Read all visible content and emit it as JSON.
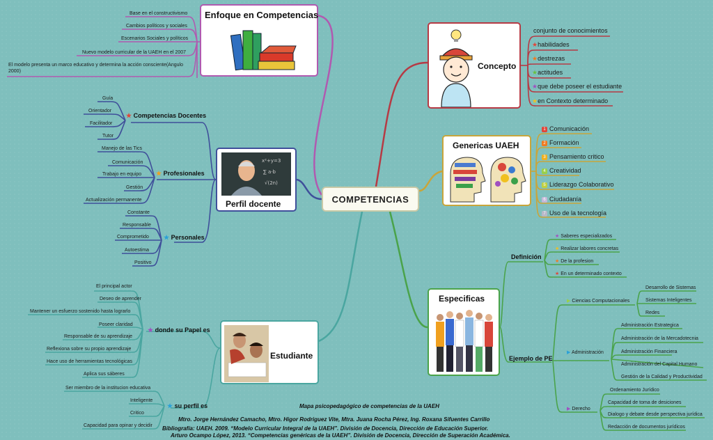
{
  "center": {
    "title": "COMPETENCIAS"
  },
  "enfoque": {
    "title": "Enfoque en Competencias",
    "items": [
      "Base en el constructivismo",
      "Cambios políticos y sociales",
      "Escenarios Sociales y políticos",
      "Nuevo modelo curricular de la UAEH en el 2007",
      "El modelo presenta un marco educativo y determina la acción consciente(Angulo 2000)"
    ]
  },
  "perfil": {
    "title": "Perfil docente",
    "groups": [
      {
        "label": "Competencias Docentes",
        "items": [
          "Guía",
          "Orientador",
          "Facilitador",
          "Tutor"
        ]
      },
      {
        "label": "Profesionales",
        "items": [
          "Manejo de las Tics",
          "Comunicación",
          "Trabajo en equipo",
          "Gestión",
          "Actualización permanente"
        ]
      },
      {
        "label": "Personales",
        "items": [
          "Constante",
          "Responsable",
          "Comprometido",
          "Autoestima",
          "Positivo"
        ]
      }
    ]
  },
  "estudiante": {
    "title": "Estudiante",
    "groups": [
      {
        "label": "donde su Papel es",
        "items": [
          "El principal actor",
          "Deseo de aprender",
          "Mantener un esfuerzo sostenido hasta lograrlo",
          "Poseer claridad",
          "Responsable de su aprendizaje",
          "Reflexiona sobre su propio aprendizaje",
          "Hace uso de herramientas tecnológicas",
          "Aplica sus sáberes"
        ]
      },
      {
        "label": "su perfil es",
        "items": [
          "Ser miembro de la institucion educativa",
          "Inteligente",
          "Critico",
          "Capacidad para opinar y decidir"
        ]
      }
    ]
  },
  "concepto": {
    "title": "Concepto",
    "items": [
      "conjunto de conocimientos",
      "habilidades",
      "destrezas",
      "actitudes",
      "que debe poseer el estudiante",
      "en Contexto determinado"
    ]
  },
  "genericas": {
    "title": "Genericas UAEH",
    "items": [
      "Comunicación",
      "Formación",
      "Pensamiento critico",
      "Creatividad",
      "Liderazgo Colaborativo",
      "Ciudadanía",
      "Uso de la tecnología"
    ],
    "numbers": [
      "1",
      "2",
      "3",
      "4",
      "5",
      "6",
      "7"
    ]
  },
  "especificas": {
    "title": "Especificas",
    "definicion": {
      "label": "Definición",
      "items": [
        "Saberes especializados",
        "Realizar labores concretas",
        "De la profesion",
        "En un determinado contexto"
      ]
    },
    "ejemplo": {
      "label": "Ejemplo de PE",
      "groups": [
        {
          "label": "Ciencias Computacionales",
          "items": [
            "Desarrollo de Sistemas",
            "Sistemas Inteligentes",
            "Redes"
          ]
        },
        {
          "label": "Administración",
          "items": [
            "Administración Estrategica",
            "Administración de la Mercadotecnia",
            "Administración Financiera",
            "Administración del Capital Humano",
            "Gestión de la Calidad y Productividad"
          ]
        },
        {
          "label": "Derecho",
          "items": [
            "Ordenamiento Jurídico",
            "Capacidad de toma de desiciones",
            "Dialogo y debate desde perspectiva jurídica",
            "Redacción de documentos jurídicos"
          ]
        }
      ]
    }
  },
  "footer": {
    "line1": "Mapa psicopedagógico de competencias de la UAEH",
    "line2": "Mtro. Jorge Hernández Camacho, Mtro. Higor Rodriguez Vite, Mtra. Juana Rocha Pérez, Ing. Roxana Sifuentes Carrillo",
    "line3": "Bibliografía: UAEH. 2009. “Modelo Curricular Integral de la UAEH”. División de Docencia, Dirección de Educación Superior.",
    "line4": "Arturo Ocampo  López, 2013. “Competencias genéricas de la UAEH”. División de Docencia, Dirección de Superación Académica."
  },
  "colors": {
    "enfoque": "#b05ab0",
    "perfil": "#3f4f9a",
    "estudiante": "#4aa6a0",
    "concepto": "#b63a44",
    "genericas": "#c9a53a",
    "especificas": "#4aa34a"
  }
}
